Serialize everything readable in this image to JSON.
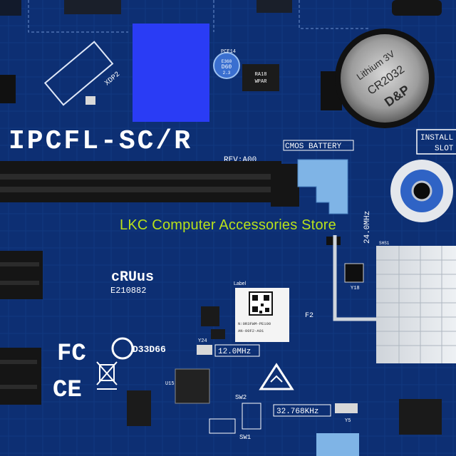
{
  "board": {
    "model": "IPCFL-SC/R",
    "revision": "REV:A00",
    "cmos_battery": "CMOS BATTERY",
    "install_line1": "INSTALL",
    "install_line2": "SLOT",
    "xdp": "XDP2",
    "pce": "PCE14",
    "cap_text_1": "E360",
    "cap_text_2": "D60",
    "cap_text_3": "2.3",
    "chip_text_1": "RA18",
    "chip_text_2": "WPAR",
    "coin_cell_1": "Lithium 3V",
    "coin_cell_2": "CR2032",
    "coin_cell_3": "D&P",
    "ul_code": "E210882",
    "csa_code": "D33D66",
    "label_title": "Label",
    "label_line1": "N:0R3FWM-PE100",
    "label_line2": "AN-00F2-A01",
    "f2": "F2",
    "y24": "Y24",
    "y18": "Y18",
    "y5": "Y5",
    "u15": "U15",
    "sw1": "SW1",
    "sw2": "SW2",
    "shs1": "SHS1",
    "freq_24": "24.0MHz",
    "freq_12": "12.0MHz",
    "freq_32": "32.768KHz",
    "fc": "FC",
    "ce": "CE"
  },
  "watermark": "LKC Computer Accessories Store",
  "colors": {
    "pcb": "#0d2f73",
    "silk": "#ffffff",
    "slot": "#151515",
    "redaction": "#2a3cf5",
    "watermark": "#b9e21a",
    "latch": "#7fb4e6"
  }
}
